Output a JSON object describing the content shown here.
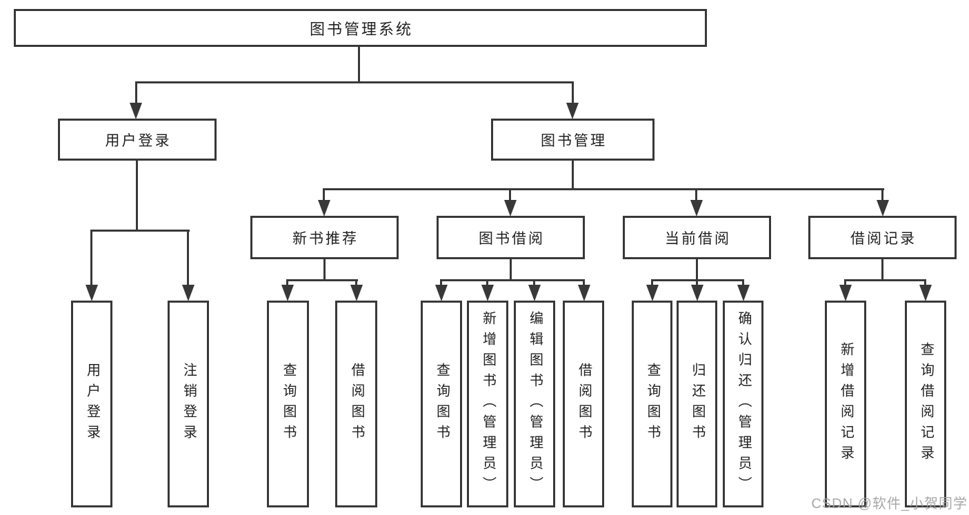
{
  "diagram": {
    "title": "图书管理系统",
    "watermark": "CSDN @软件_小贺同学",
    "colors": {
      "line": "#383838",
      "text": "#1f1f1f",
      "background": "#ffffff",
      "watermark": "#a2a2a2"
    },
    "nodes": {
      "root": "图书管理系统",
      "user_login": "用户登录",
      "book_mgmt": "图书管理",
      "new_books": "新书推荐",
      "book_borrow": "图书借阅",
      "current_borrow": "当前借阅",
      "borrow_records": "借阅记录",
      "ul_user_login": "用户登录",
      "ul_logout": "注销登录",
      "nb_search": "查询图书",
      "nb_borrow": "借阅图书",
      "bb_search": "查询图书",
      "bb_add": "新增图书（管理员）",
      "bb_edit": "编辑图书（管理员）",
      "bb_borrow": "借阅图书",
      "cb_search": "查询图书",
      "cb_return": "归还图书",
      "cb_confirm": "确认归还（管理员）",
      "br_add": "新增借阅记录",
      "br_search": "查询借阅记录"
    }
  }
}
